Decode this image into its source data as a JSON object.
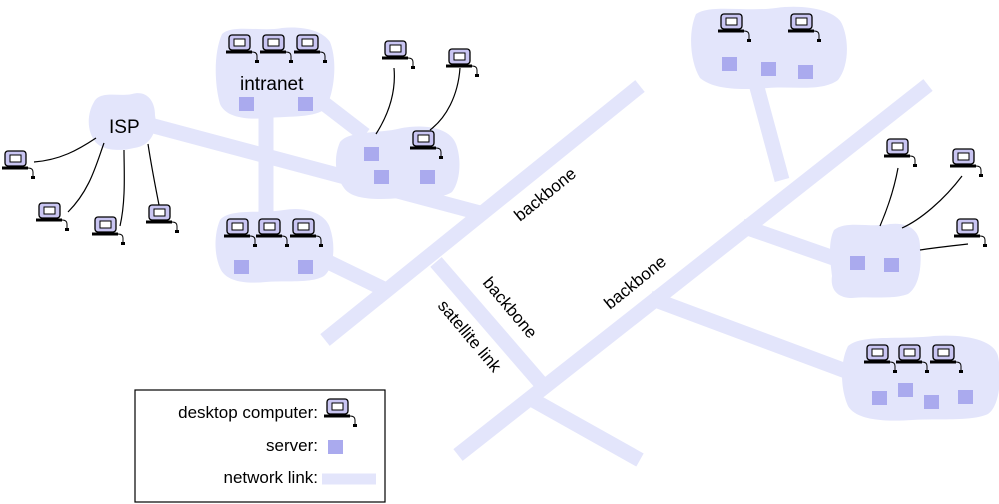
{
  "labels": {
    "isp": "ISP",
    "intranet": "intranet",
    "backbone_a": "backbone",
    "backbone_b": "backbone",
    "backbone_c": "backbone",
    "satellite_link": "satellite link"
  },
  "legend": {
    "desktop_computer": "desktop computer:",
    "server": "server:",
    "network_link": "network link:"
  },
  "colors": {
    "link": "#e3e5fb",
    "cloud": "#e3e5fb",
    "server": "#aaaaee",
    "computer_body": "#c9c5f2"
  },
  "icons": {
    "desktop": "desktop-computer-icon",
    "server": "server-icon"
  }
}
